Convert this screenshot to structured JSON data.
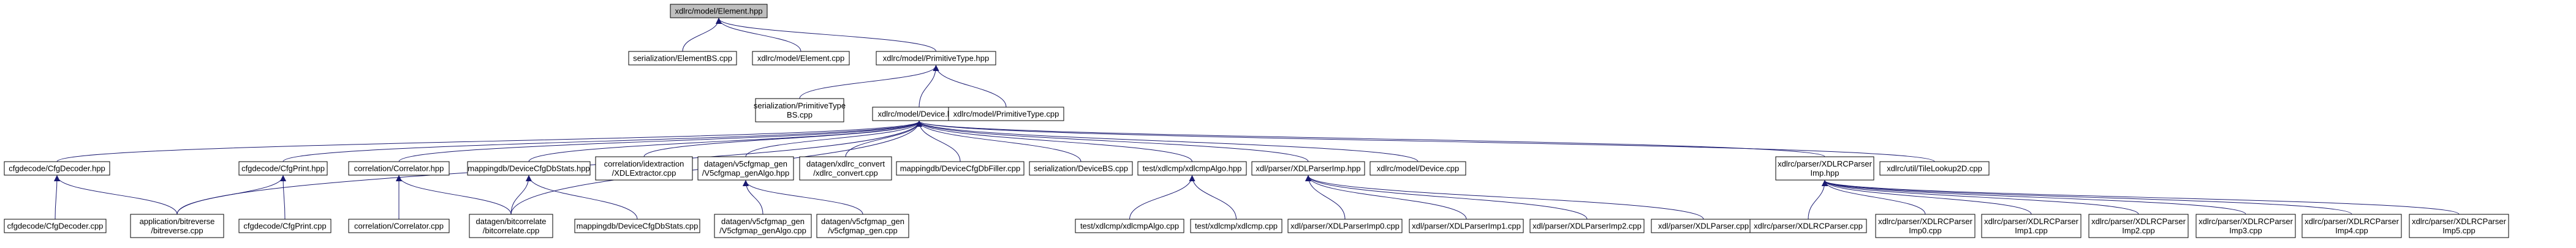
{
  "nodes": [
    {
      "id": "element_hpp",
      "lines": [
        "xdlrc/model/Element.hpp"
      ],
      "root": true
    },
    {
      "id": "elementbs_cpp",
      "lines": [
        "serialization/ElementBS.cpp"
      ]
    },
    {
      "id": "element_cpp",
      "lines": [
        "xdlrc/model/Element.cpp"
      ]
    },
    {
      "id": "primitivetype_hpp",
      "lines": [
        "xdlrc/model/PrimitiveType.hpp"
      ]
    },
    {
      "id": "primitivetypebs_cpp",
      "lines": [
        "serialization/PrimitiveType",
        "BS.cpp"
      ]
    },
    {
      "id": "device_hpp",
      "lines": [
        "xdlrc/model/Device.hpp"
      ]
    },
    {
      "id": "primitivetype_cpp",
      "lines": [
        "xdlrc/model/PrimitiveType.cpp"
      ]
    },
    {
      "id": "cfgdecoder_hpp",
      "lines": [
        "cfgdecode/CfgDecoder.hpp"
      ]
    },
    {
      "id": "cfgprint_hpp",
      "lines": [
        "cfgdecode/CfgPrint.hpp"
      ]
    },
    {
      "id": "correlator_hpp",
      "lines": [
        "correlation/Correlator.hpp"
      ]
    },
    {
      "id": "devicecfgdbstats_hpp",
      "lines": [
        "mappingdb/DeviceCfgDbStats.hpp"
      ]
    },
    {
      "id": "idextractor_cpp",
      "lines": [
        "correlation/idextraction",
        "/XDLExtractor.cpp"
      ]
    },
    {
      "id": "genalgo_hpp",
      "lines": [
        "datagen/v5cfgmap_gen",
        "/V5cfgmap_genAlgo.hpp"
      ]
    },
    {
      "id": "xdlrc_convert_cpp",
      "lines": [
        "datagen/xdlrc_convert",
        "/xdlrc_convert.cpp"
      ]
    },
    {
      "id": "devicecfgdbfiller_cpp",
      "lines": [
        "mappingdb/DeviceCfgDbFiller.cpp"
      ]
    },
    {
      "id": "devicebs_cpp",
      "lines": [
        "serialization/DeviceBS.cpp"
      ]
    },
    {
      "id": "xdlcmpalgo_hpp",
      "lines": [
        "test/xdlcmp/xdlcmpAlgo.hpp"
      ]
    },
    {
      "id": "xdlparserimp_hpp",
      "lines": [
        "xdl/parser/XDLParserImp.hpp"
      ]
    },
    {
      "id": "device_cpp",
      "lines": [
        "xdlrc/model/Device.cpp"
      ]
    },
    {
      "id": "xdlrcparserimp_hpp",
      "lines": [
        "xdlrc/parser/XDLRCParser",
        "Imp.hpp"
      ]
    },
    {
      "id": "tilelookup_cpp",
      "lines": [
        "xdlrc/util/TileLookup2D.cpp"
      ]
    },
    {
      "id": "cfgdecoder_cpp",
      "lines": [
        "cfgdecode/CfgDecoder.cpp"
      ]
    },
    {
      "id": "bitreverse_cpp",
      "lines": [
        "application/bitreverse",
        "/bitreverse.cpp"
      ]
    },
    {
      "id": "cfgprint_cpp",
      "lines": [
        "cfgdecode/CfgPrint.cpp"
      ]
    },
    {
      "id": "correlator_cpp",
      "lines": [
        "correlation/Correlator.cpp"
      ]
    },
    {
      "id": "bitcorrelate_cpp",
      "lines": [
        "datagen/bitcorrelate",
        "/bitcorrelate.cpp"
      ]
    },
    {
      "id": "devicecfgdbstats_cpp",
      "lines": [
        "mappingdb/DeviceCfgDbStats.cpp"
      ]
    },
    {
      "id": "genalgo_cpp",
      "lines": [
        "datagen/v5cfgmap_gen",
        "/V5cfgmap_genAlgo.cpp"
      ]
    },
    {
      "id": "gen_cpp",
      "lines": [
        "datagen/v5cfgmap_gen",
        "/v5cfgmap_gen.cpp"
      ]
    },
    {
      "id": "xdlcmpalgo_cpp",
      "lines": [
        "test/xdlcmp/xdlcmpAlgo.cpp"
      ]
    },
    {
      "id": "xdlcmp_cpp",
      "lines": [
        "test/xdlcmp/xdlcmp.cpp"
      ]
    },
    {
      "id": "xdlparserimp0_cpp",
      "lines": [
        "xdl/parser/XDLParserImp0.cpp"
      ]
    },
    {
      "id": "xdlparserimp1_cpp",
      "lines": [
        "xdl/parser/XDLParserImp1.cpp"
      ]
    },
    {
      "id": "xdlparserimp2_cpp",
      "lines": [
        "xdl/parser/XDLParserImp2.cpp"
      ]
    },
    {
      "id": "xdlparser_cpp",
      "lines": [
        "xdl/parser/XDLParser.cpp"
      ]
    },
    {
      "id": "xdlrcparser_cpp",
      "lines": [
        "xdlrc/parser/XDLRCParser.cpp"
      ]
    },
    {
      "id": "xdlrcparserimp0_cpp",
      "lines": [
        "xdlrc/parser/XDLRCParser",
        "Imp0.cpp"
      ]
    },
    {
      "id": "xdlrcparserimp1_cpp",
      "lines": [
        "xdlrc/parser/XDLRCParser",
        "Imp1.cpp"
      ]
    },
    {
      "id": "xdlrcparserimp2_cpp",
      "lines": [
        "xdlrc/parser/XDLRCParser",
        "Imp2.cpp"
      ]
    },
    {
      "id": "xdlrcparserimp3_cpp",
      "lines": [
        "xdlrc/parser/XDLRCParser",
        "Imp3.cpp"
      ]
    },
    {
      "id": "xdlrcparserimp4_cpp",
      "lines": [
        "xdlrc/parser/XDLRCParser",
        "Imp4.cpp"
      ]
    },
    {
      "id": "xdlrcparserimp5_cpp",
      "lines": [
        "xdlrc/parser/XDLRCParser",
        "Imp5.cpp"
      ]
    }
  ],
  "edges": [
    [
      "element_hpp",
      "elementbs_cpp"
    ],
    [
      "element_hpp",
      "element_cpp"
    ],
    [
      "element_hpp",
      "primitivetype_hpp"
    ],
    [
      "primitivetype_hpp",
      "primitivetypebs_cpp"
    ],
    [
      "primitivetype_hpp",
      "device_hpp"
    ],
    [
      "primitivetype_hpp",
      "primitivetype_cpp"
    ],
    [
      "device_hpp",
      "cfgdecoder_hpp"
    ],
    [
      "device_hpp",
      "bitreverse_cpp"
    ],
    [
      "device_hpp",
      "cfgprint_hpp"
    ],
    [
      "device_hpp",
      "correlator_hpp"
    ],
    [
      "device_hpp",
      "bitcorrelate_cpp"
    ],
    [
      "device_hpp",
      "devicecfgdbstats_hpp"
    ],
    [
      "device_hpp",
      "idextractor_cpp"
    ],
    [
      "device_hpp",
      "genalgo_hpp"
    ],
    [
      "device_hpp",
      "xdlrc_convert_cpp"
    ],
    [
      "device_hpp",
      "devicecfgdbfiller_cpp"
    ],
    [
      "device_hpp",
      "devicebs_cpp"
    ],
    [
      "device_hpp",
      "xdlcmpalgo_hpp"
    ],
    [
      "device_hpp",
      "xdlparserimp_hpp"
    ],
    [
      "device_hpp",
      "device_cpp"
    ],
    [
      "device_hpp",
      "xdlrcparserimp_hpp"
    ],
    [
      "device_hpp",
      "tilelookup_cpp"
    ],
    [
      "cfgdecoder_hpp",
      "cfgdecoder_cpp"
    ],
    [
      "cfgdecoder_hpp",
      "bitreverse_cpp"
    ],
    [
      "cfgprint_hpp",
      "bitreverse_cpp"
    ],
    [
      "cfgprint_hpp",
      "cfgprint_cpp"
    ],
    [
      "correlator_hpp",
      "correlator_cpp"
    ],
    [
      "correlator_hpp",
      "bitcorrelate_cpp"
    ],
    [
      "devicecfgdbstats_hpp",
      "bitcorrelate_cpp"
    ],
    [
      "devicecfgdbstats_hpp",
      "devicecfgdbstats_cpp"
    ],
    [
      "genalgo_hpp",
      "genalgo_cpp"
    ],
    [
      "genalgo_hpp",
      "gen_cpp"
    ],
    [
      "xdlcmpalgo_hpp",
      "xdlcmpalgo_cpp"
    ],
    [
      "xdlcmpalgo_hpp",
      "xdlcmp_cpp"
    ],
    [
      "xdlparserimp_hpp",
      "xdlparserimp0_cpp"
    ],
    [
      "xdlparserimp_hpp",
      "xdlparserimp1_cpp"
    ],
    [
      "xdlparserimp_hpp",
      "xdlparserimp2_cpp"
    ],
    [
      "xdlparserimp_hpp",
      "xdlparser_cpp"
    ],
    [
      "xdlrcparserimp_hpp",
      "xdlrcparser_cpp"
    ],
    [
      "xdlrcparserimp_hpp",
      "xdlrcparserimp0_cpp"
    ],
    [
      "xdlrcparserimp_hpp",
      "xdlrcparserimp1_cpp"
    ],
    [
      "xdlrcparserimp_hpp",
      "xdlrcparserimp2_cpp"
    ],
    [
      "xdlrcparserimp_hpp",
      "xdlrcparserimp3_cpp"
    ],
    [
      "xdlrcparserimp_hpp",
      "xdlrcparserimp4_cpp"
    ],
    [
      "xdlrcparserimp_hpp",
      "xdlrcparserimp5_cpp"
    ]
  ],
  "colors": {
    "edge": "#191970",
    "root_fill": "#bfbfbf",
    "box_stroke": "#000000"
  }
}
